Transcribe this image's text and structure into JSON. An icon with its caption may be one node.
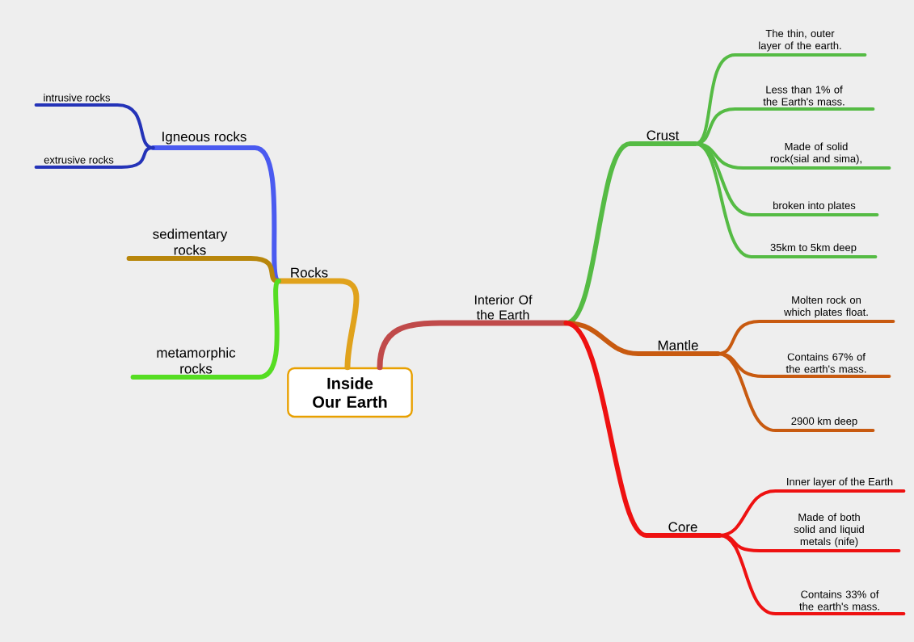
{
  "diagram": {
    "nodes": [
      {
        "text": [
          "Inside Our Earth"
        ]
      },
      {
        "text": [
          "Rocks"
        ]
      },
      {
        "text": [
          "Igneous rocks"
        ]
      },
      {
        "text": [
          "intrusive rocks"
        ]
      },
      {
        "text": [
          "extrusive rocks"
        ]
      },
      {
        "text": [
          "sedimentary rocks"
        ]
      },
      {
        "text": [
          "metamorphic rocks"
        ]
      },
      {
        "text": [
          "Interior Of the Earth"
        ]
      },
      {
        "text": [
          "Crust"
        ]
      },
      {
        "text": [
          "The thin, outer layer of the earth."
        ]
      },
      {
        "text": [
          "Less than 1% of the Earth's mass."
        ]
      },
      {
        "text": [
          "Made of solid rock(sial and sima),"
        ]
      },
      {
        "text": [
          "broken into plates"
        ]
      },
      {
        "text": [
          "35km to 5km deep"
        ]
      },
      {
        "text": [
          "Mantle"
        ]
      },
      {
        "text": [
          "Molten rock on which plates float."
        ]
      },
      {
        "text": [
          "Contains 67% of the earth's mass."
        ]
      },
      {
        "text": [
          "2900 km deep"
        ]
      },
      {
        "text": [
          "Core"
        ]
      },
      {
        "text": [
          "Inner layer of the Earth"
        ]
      },
      {
        "text": [
          "Made of both solid and liquid metals (nife)"
        ]
      },
      {
        "text": [
          "Contains 33% of the earth's mass."
        ]
      }
    ],
    "edges": [
      {
        "from": 0,
        "to": 1,
        "arrow": "none",
        "color": "#e0a21c"
      },
      {
        "from": 1,
        "to": 2,
        "arrow": "none",
        "color": "#4a5af0"
      },
      {
        "from": 2,
        "to": 3,
        "arrow": "none",
        "color": "#2433b8"
      },
      {
        "from": 2,
        "to": 4,
        "arrow": "none",
        "color": "#2433b8"
      },
      {
        "from": 1,
        "to": 5,
        "arrow": "none",
        "color": "#b8860b"
      },
      {
        "from": 1,
        "to": 6,
        "arrow": "none",
        "color": "#55dd22"
      },
      {
        "from": 0,
        "to": 7,
        "arrow": "none",
        "color": "#c04a4a"
      },
      {
        "from": 7,
        "to": 8,
        "arrow": "none",
        "color": "#55bb44"
      },
      {
        "from": 8,
        "to": 9,
        "arrow": "none",
        "color": "#55bb44"
      },
      {
        "from": 8,
        "to": 10,
        "arrow": "none",
        "color": "#55bb44"
      },
      {
        "from": 8,
        "to": 11,
        "arrow": "none",
        "color": "#55bb44"
      },
      {
        "from": 8,
        "to": 12,
        "arrow": "none",
        "color": "#55bb44"
      },
      {
        "from": 8,
        "to": 13,
        "arrow": "none",
        "color": "#55bb44"
      },
      {
        "from": 7,
        "to": 14,
        "arrow": "none",
        "color": "#c85a10"
      },
      {
        "from": 14,
        "to": 15,
        "arrow": "none",
        "color": "#c85a10"
      },
      {
        "from": 14,
        "to": 16,
        "arrow": "none",
        "color": "#c85a10"
      },
      {
        "from": 14,
        "to": 17,
        "arrow": "none",
        "color": "#c85a10"
      },
      {
        "from": 7,
        "to": 18,
        "arrow": "none",
        "color": "#ee1111"
      },
      {
        "from": 18,
        "to": 19,
        "arrow": "none",
        "color": "#ee1111"
      },
      {
        "from": 18,
        "to": 20,
        "arrow": "none",
        "color": "#ee1111"
      },
      {
        "from": 18,
        "to": 21,
        "arrow": "none",
        "color": "#ee1111"
      }
    ]
  }
}
